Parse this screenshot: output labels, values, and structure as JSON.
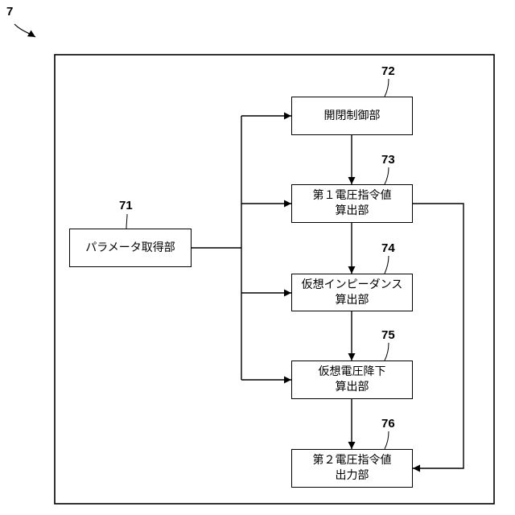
{
  "figure_number": "7",
  "blocks": {
    "b71": {
      "ref": "71",
      "line1": "パラメータ取得部",
      "line2": ""
    },
    "b72": {
      "ref": "72",
      "line1": "開閉制御部",
      "line2": ""
    },
    "b73": {
      "ref": "73",
      "line1": "第１電圧指令値",
      "line2": "算出部"
    },
    "b74": {
      "ref": "74",
      "line1": "仮想インピーダンス",
      "line2": "算出部"
    },
    "b75": {
      "ref": "75",
      "line1": "仮想電圧降下",
      "line2": "算出部"
    },
    "b76": {
      "ref": "76",
      "line1": "第２電圧指令値",
      "line2": "出力部"
    }
  },
  "connections": [
    {
      "from": "71",
      "to": "72"
    },
    {
      "from": "71",
      "to": "73"
    },
    {
      "from": "71",
      "to": "74"
    },
    {
      "from": "71",
      "to": "75"
    },
    {
      "from": "72",
      "to": "73"
    },
    {
      "from": "73",
      "to": "74"
    },
    {
      "from": "73",
      "to": "76"
    },
    {
      "from": "74",
      "to": "75"
    },
    {
      "from": "75",
      "to": "76"
    }
  ]
}
